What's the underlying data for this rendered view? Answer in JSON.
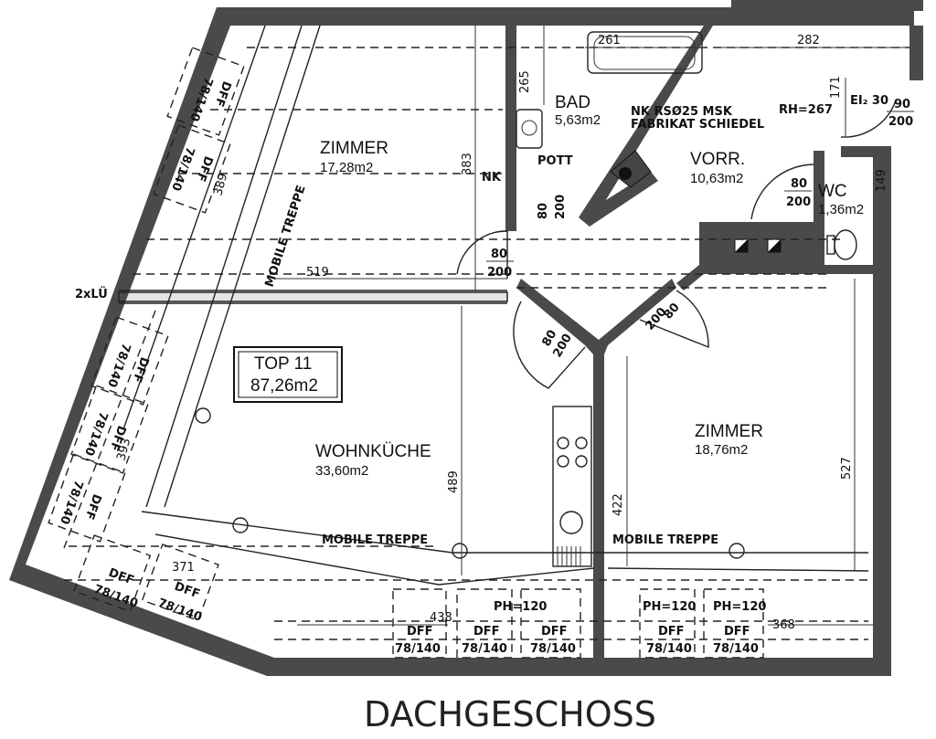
{
  "plan": {
    "floor_label": "DACHGESCHOSS",
    "unit": {
      "name": "TOP 11",
      "area": "87,26m2"
    },
    "rooms": {
      "zimmer1": {
        "name": "ZIMMER",
        "area": "17,28m2"
      },
      "bad": {
        "name": "BAD",
        "area": "5,63m2"
      },
      "vorr": {
        "name": "VORR.",
        "area": "10,63m2"
      },
      "wc": {
        "name": "WC",
        "area": "1,36m2"
      },
      "wohnkueche": {
        "name": "WOHNKÜCHE",
        "area": "33,60m2"
      },
      "zimmer2": {
        "name": "ZIMMER",
        "area": "18,76m2"
      },
      "nk": {
        "name": "NK"
      }
    },
    "notes": {
      "chimney_1": "NK RSØ25 MSK",
      "chimney_2": "FABRIKAT SCHIEDEL",
      "rh": "RH=267",
      "pott": "POTT",
      "vent": "2xLÜ",
      "eis": "EI₂ 30",
      "ph1": "PH=120",
      "ph2": "PH=120",
      "ph3": "PH=120"
    },
    "stairs": {
      "vertical": "MOBILE TREPPE",
      "left": "MOBILE TREPPE",
      "right": "MOBILE TREPPE"
    },
    "dimensions": {
      "d261": "261",
      "d282": "282",
      "d265": "265",
      "d171": "171",
      "d383": "383",
      "d519": "519",
      "d489": "489",
      "d422": "422",
      "d527": "527",
      "d438": "438",
      "d368": "368",
      "d371": "371",
      "d149": "149",
      "d389": "389",
      "d393": "393"
    },
    "doors": {
      "door_bad": {
        "w": "80",
        "h": "200"
      },
      "door_zimmer1": {
        "w": "80",
        "h": "200"
      },
      "door_wohn": {
        "w": "80",
        "h": "200"
      },
      "door_zimmer2": {
        "w": "80",
        "h": "200"
      },
      "door_wc": {
        "w": "80",
        "h": "200"
      },
      "door_entry": {
        "w": "90",
        "h": "200"
      }
    },
    "windows": {
      "label_dff": "DFF",
      "size": "78/140"
    }
  }
}
